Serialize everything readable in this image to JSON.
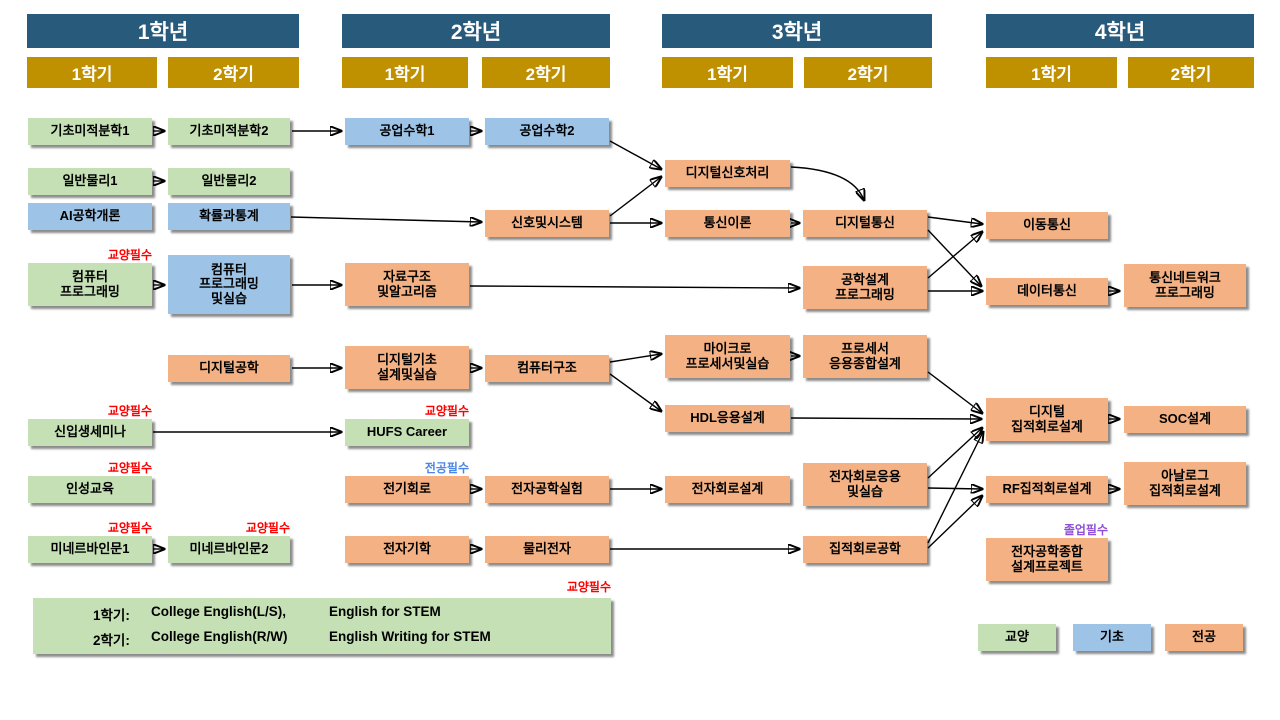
{
  "years": [
    {
      "label": "1학년",
      "sem1": "1학기",
      "sem2": "2학기"
    },
    {
      "label": "2학년",
      "sem1": "1학기",
      "sem2": "2학기"
    },
    {
      "label": "3학년",
      "sem1": "1학기",
      "sem2": "2학기"
    },
    {
      "label": "4학년",
      "sem1": "1학기",
      "sem2": "2학기"
    }
  ],
  "badges": {
    "ge": "교양필수",
    "major": "전공필수",
    "grad": "졸업필수"
  },
  "courses": {
    "calc1": {
      "name": "기초미적분학1"
    },
    "calc2": {
      "name": "기초미적분학2"
    },
    "emath1": {
      "name": "공업수학1"
    },
    "emath2": {
      "name": "공업수학2"
    },
    "phys1": {
      "name": "일반물리1"
    },
    "phys2": {
      "name": "일반물리2"
    },
    "ai_intro": {
      "name": "AI공학개론"
    },
    "prob_stat": {
      "name": "확률과통계"
    },
    "comp_prog": {
      "name": "컴퓨터\n프로그래밍"
    },
    "comp_prog_lab": {
      "name": "컴퓨터\n프로그래밍\n및실습"
    },
    "data_struct": {
      "name": "자료구조\n및알고리즘"
    },
    "digital_eng": {
      "name": "디지털공학"
    },
    "digital_basic_design": {
      "name": "디지털기초\n설계및실습"
    },
    "comp_arch": {
      "name": "컴퓨터구조"
    },
    "signals": {
      "name": "신호및시스템"
    },
    "dsp": {
      "name": "디지털신호처리"
    },
    "comm_theory": {
      "name": "통신이론"
    },
    "digital_comm": {
      "name": "디지털통신"
    },
    "eng_design_prog": {
      "name": "공학설계\n프로그래밍"
    },
    "mobile_comm": {
      "name": "이동통신"
    },
    "data_comm": {
      "name": "데이터통신"
    },
    "comm_network_prog": {
      "name": "통신네트워크\n프로그래밍"
    },
    "micro_lab": {
      "name": "마이크로\n프로세서및실습"
    },
    "proc_design": {
      "name": "프로세서\n응용종합설계"
    },
    "hdl": {
      "name": "HDL응용설계"
    },
    "digital_ic": {
      "name": "디지털\n집적회로설계"
    },
    "soc": {
      "name": "SOC설계"
    },
    "freshman_seminar": {
      "name": "신입생세미나"
    },
    "hufs_career": {
      "name": "HUFS Career"
    },
    "personality": {
      "name": "인성교육"
    },
    "minerva1": {
      "name": "미네르바인문1"
    },
    "minerva2": {
      "name": "미네르바인문2"
    },
    "circuits": {
      "name": "전기회로"
    },
    "elec_lab": {
      "name": "전자공학실험"
    },
    "circuit_design": {
      "name": "전자회로설계"
    },
    "circuit_app": {
      "name": "전자회로응용\n및실습"
    },
    "rf_ic": {
      "name": "RF집적회로설계"
    },
    "analog_ic": {
      "name": "아날로그\n집적회로설계"
    },
    "em": {
      "name": "전자기학"
    },
    "phys_elec": {
      "name": "물리전자"
    },
    "ic_eng": {
      "name": "집적회로공학"
    },
    "capstone": {
      "name": "전자공학종합\n설계프로젝트"
    }
  },
  "english": {
    "badge": "교양필수",
    "row1": {
      "term": "1학기:",
      "a": "College English(L/S),",
      "b": "English for STEM"
    },
    "row2": {
      "term": "2학기:",
      "a": "College English(R/W)",
      "b": "English Writing for STEM"
    }
  },
  "legend": {
    "ge": "교양",
    "basic": "기초",
    "major": "전공"
  },
  "colors": {
    "year_header": "#275A7B",
    "semester_header": "#BF9000",
    "ge": "#C5E0B4",
    "basic": "#9DC3E6",
    "major": "#F4B183",
    "badge_ge": "#FF0000",
    "badge_major": "#4A86E8",
    "badge_grad": "#8E4FD6"
  },
  "connections": [
    [
      "calc1",
      "calc2"
    ],
    [
      "calc2",
      "emath1"
    ],
    [
      "emath1",
      "emath2"
    ],
    [
      "emath2",
      "dsp"
    ],
    [
      "phys1",
      "phys2"
    ],
    [
      "prob_stat",
      "signals"
    ],
    [
      "signals",
      "dsp"
    ],
    [
      "signals",
      "comm_theory"
    ],
    [
      "dsp",
      "digital_comm"
    ],
    [
      "comm_theory",
      "digital_comm"
    ],
    [
      "digital_comm",
      "mobile_comm"
    ],
    [
      "digital_comm",
      "data_comm"
    ],
    [
      "eng_design_prog",
      "mobile_comm"
    ],
    [
      "eng_design_prog",
      "data_comm"
    ],
    [
      "data_comm",
      "comm_network_prog"
    ],
    [
      "comp_prog",
      "comp_prog_lab"
    ],
    [
      "comp_prog_lab",
      "data_struct"
    ],
    [
      "data_struct",
      "eng_design_prog"
    ],
    [
      "digital_eng",
      "digital_basic_design"
    ],
    [
      "digital_basic_design",
      "comp_arch"
    ],
    [
      "comp_arch",
      "micro_lab"
    ],
    [
      "comp_arch",
      "hdl"
    ],
    [
      "micro_lab",
      "proc_design"
    ],
    [
      "proc_design",
      "digital_ic"
    ],
    [
      "hdl",
      "digital_ic"
    ],
    [
      "freshman_seminar",
      "hufs_career"
    ],
    [
      "circuits",
      "elec_lab"
    ],
    [
      "elec_lab",
      "circuit_design"
    ],
    [
      "circuit_app",
      "digital_ic"
    ],
    [
      "circuit_app",
      "rf_ic"
    ],
    [
      "ic_eng",
      "digital_ic"
    ],
    [
      "ic_eng",
      "rf_ic"
    ],
    [
      "em",
      "phys_elec"
    ],
    [
      "phys_elec",
      "ic_eng"
    ],
    [
      "minerva1",
      "minerva2"
    ],
    [
      "digital_ic",
      "soc"
    ],
    [
      "rf_ic",
      "analog_ic"
    ]
  ]
}
